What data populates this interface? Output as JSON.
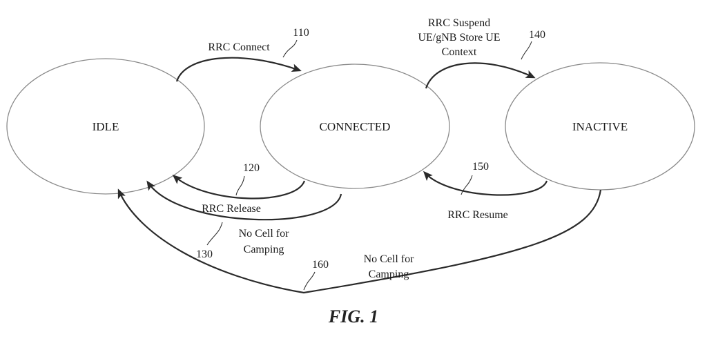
{
  "states": {
    "idle": "IDLE",
    "connected": "CONNECTED",
    "inactive": "INACTIVE"
  },
  "transitions": {
    "rrc_connect": {
      "ref": "110",
      "label": "RRC Connect"
    },
    "rrc_suspend": {
      "ref": "140",
      "lines": [
        "RRC Suspend",
        "UE/gNB Store UE",
        "Context"
      ]
    },
    "rrc_release": {
      "ref": "120",
      "label": "RRC Release"
    },
    "no_cell_connected": {
      "ref": "130",
      "lines": [
        "No Cell for",
        "Camping"
      ]
    },
    "rrc_resume": {
      "ref": "150",
      "label": "RRC Resume"
    },
    "no_cell_inactive": {
      "ref": "160",
      "lines": [
        "No Cell for",
        "Camping"
      ]
    }
  },
  "caption": "FIG. 1"
}
